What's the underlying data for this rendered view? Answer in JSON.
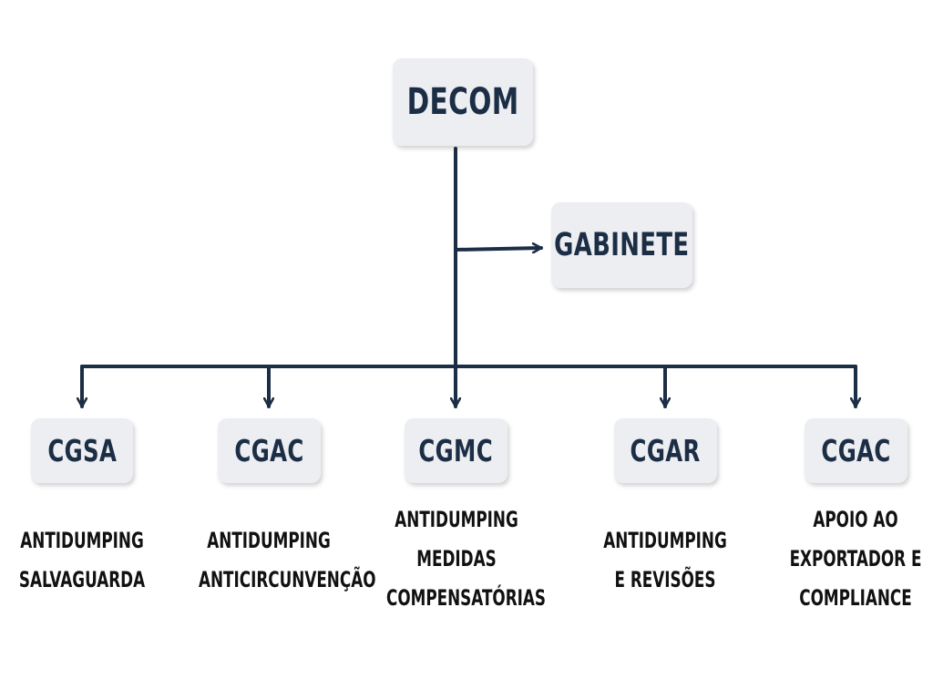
{
  "colors": {
    "connector": "#1c2e45",
    "box_fill": "#eceef2",
    "box_text": "#1c2e45",
    "description_text": "#111111"
  },
  "root": {
    "label": "DECOM"
  },
  "staff": {
    "label": "GABINETE"
  },
  "units": [
    {
      "label": "CGSA",
      "description": [
        "ANTIDUMPING",
        "SALVAGUARDA"
      ]
    },
    {
      "label": "CGAC",
      "description": [
        "ANTIDUMPING",
        "ANTICIRCUNVENÇÃO"
      ]
    },
    {
      "label": "CGMC",
      "description": [
        "ANTIDUMPING",
        "MEDIDAS",
        "COMPENSATÓRIAS"
      ]
    },
    {
      "label": "CGAR",
      "description": [
        "ANTIDUMPING",
        "E REVISÕES"
      ]
    },
    {
      "label": "CGAC",
      "description": [
        "APOIO AO",
        "EXPORTADOR E",
        "COMPLIANCE"
      ]
    }
  ]
}
